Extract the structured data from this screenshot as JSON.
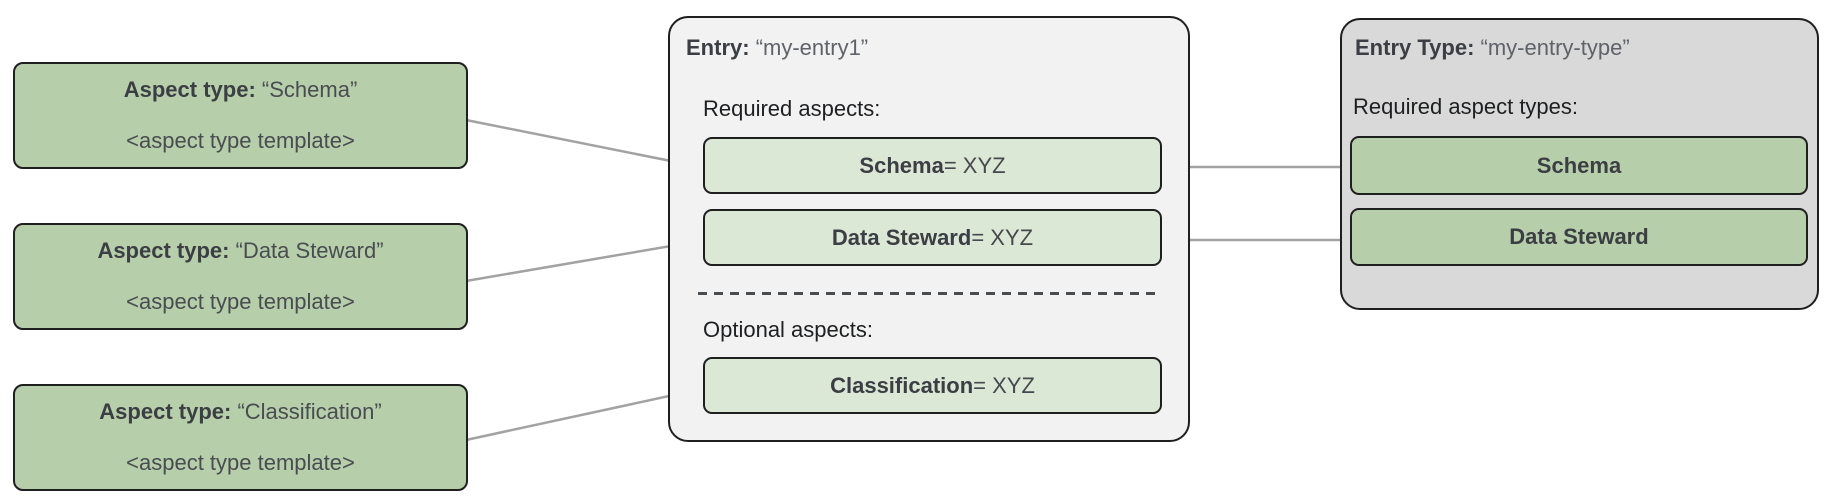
{
  "colors": {
    "box_green": "#b6cfaa",
    "chip_light_green": "#dce8d6",
    "entry_panel_gray": "#f2f2f2",
    "entry_type_panel_gray": "#d9d9d9",
    "border_dark": "#1f1f1f",
    "connector_gray": "#a2a2a2",
    "text_dark": "#3b3e42",
    "text_muted": "#5f6368"
  },
  "aspect_types": [
    {
      "label": "Aspect type:",
      "name": "“Schema”",
      "template": "<aspect type template>"
    },
    {
      "label": "Aspect type:",
      "name": "“Data Steward”",
      "template": "<aspect type template>"
    },
    {
      "label": "Aspect type:",
      "name": "“Classification”",
      "template": "<aspect type template>"
    }
  ],
  "entry": {
    "label": "Entry:",
    "name": "“my-entry1”",
    "required_heading": "Required aspects:",
    "required_aspects": [
      {
        "name": "Schema",
        "value": " = XYZ"
      },
      {
        "name": "Data Steward",
        "value": " = XYZ"
      }
    ],
    "optional_heading": "Optional aspects:",
    "optional_aspects": [
      {
        "name": "Classification",
        "value": " = XYZ"
      }
    ]
  },
  "entry_type": {
    "label": "Entry Type:",
    "name": "“my-entry-type”",
    "required_heading": "Required aspect types:",
    "required_aspect_types": [
      {
        "name": "Schema"
      },
      {
        "name": "Data Steward"
      }
    ]
  }
}
